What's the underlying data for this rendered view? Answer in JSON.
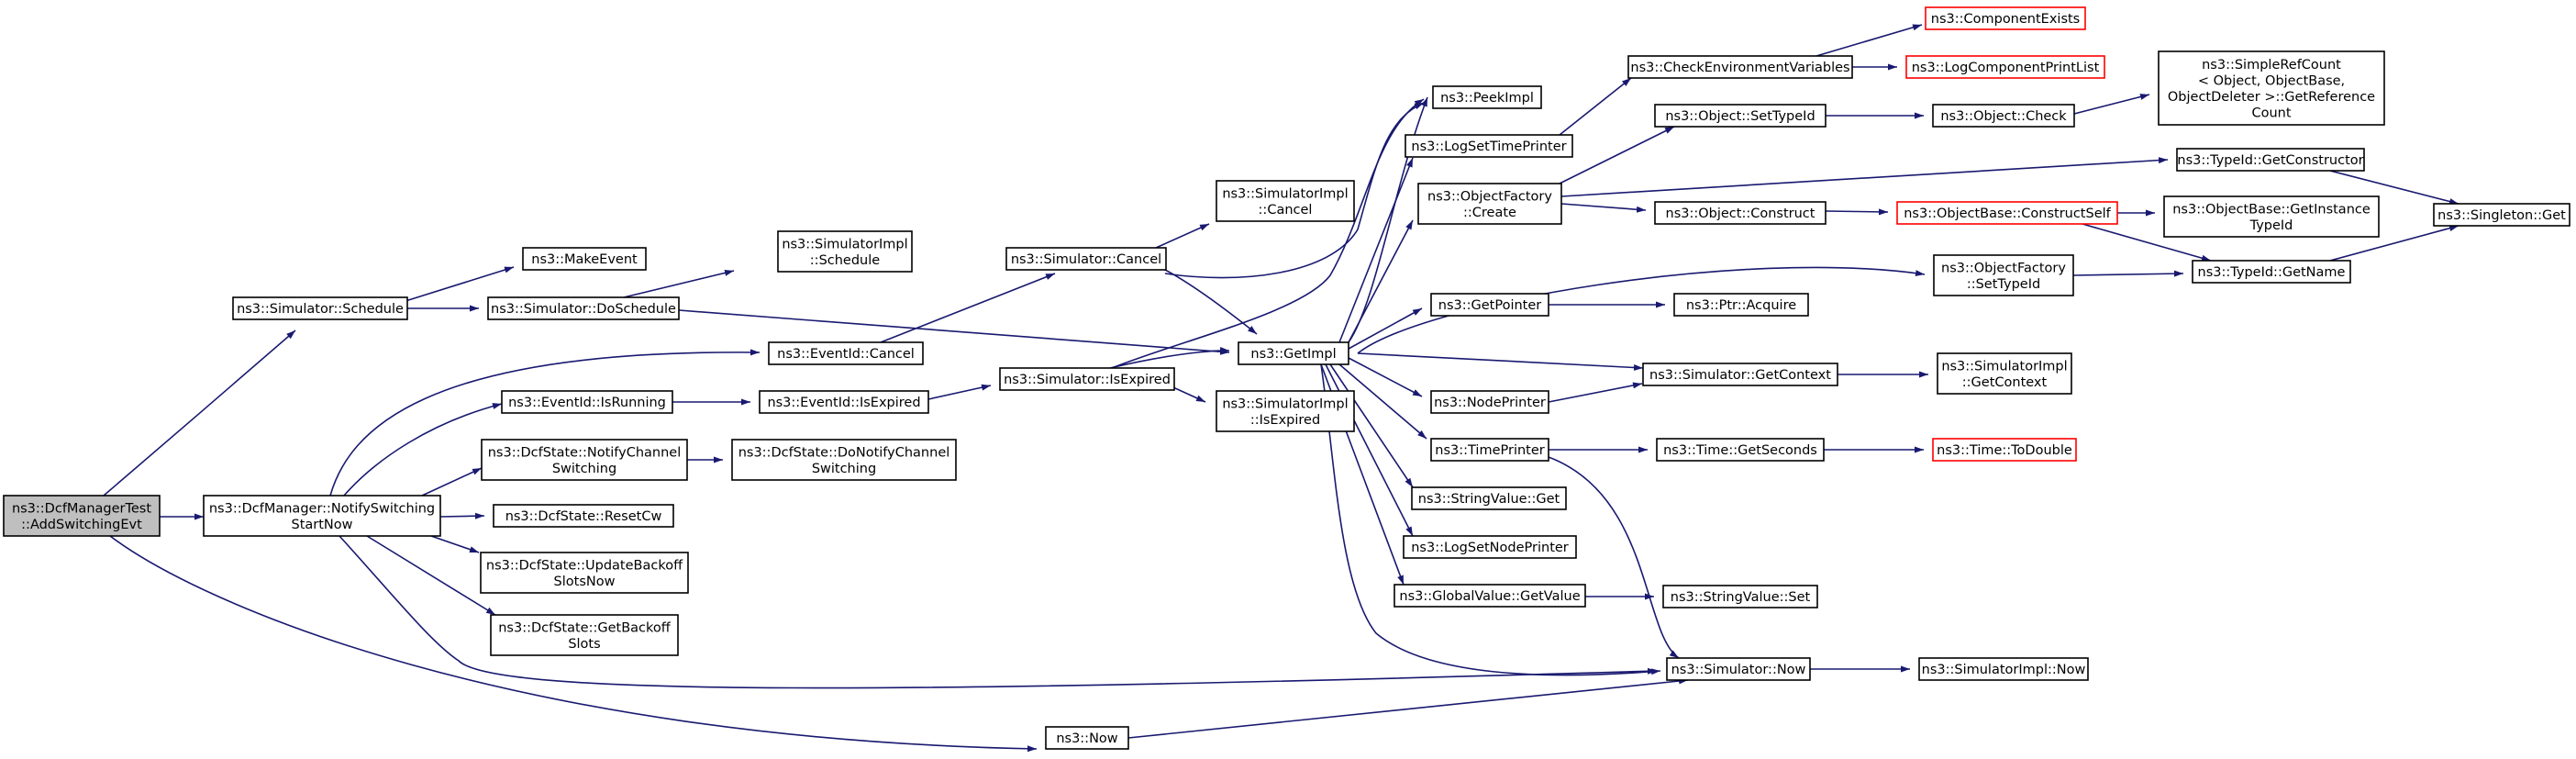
{
  "colors": {
    "edge": "#191970",
    "node_border": "#000000",
    "node_border_missing": "#ff0000",
    "root_fill": "#bfbfbf",
    "background": "#ffffff"
  },
  "nodes": {
    "root": {
      "lines": [
        "ns3::DcfManagerTest",
        "::AddSwitchingEvt"
      ]
    },
    "sched": {
      "lines": [
        "ns3::Simulator::Schedule"
      ]
    },
    "notify": {
      "lines": [
        "ns3::DcfManager::NotifySwitching",
        "StartNow"
      ]
    },
    "nowfn": {
      "lines": [
        "ns3::Now"
      ]
    },
    "makeev": {
      "lines": [
        "ns3::MakeEvent"
      ]
    },
    "dosched": {
      "lines": [
        "ns3::Simulator::DoSchedule"
      ]
    },
    "evcancel": {
      "lines": [
        "ns3::EventId::Cancel"
      ]
    },
    "evrun": {
      "lines": [
        "ns3::EventId::IsRunning"
      ]
    },
    "dcfnotify": {
      "lines": [
        "ns3::DcfState::NotifyChannel",
        "Switching"
      ]
    },
    "resetcw": {
      "lines": [
        "ns3::DcfState::ResetCw"
      ]
    },
    "updback": {
      "lines": [
        "ns3::DcfState::UpdateBackoff",
        "SlotsNow"
      ]
    },
    "getback": {
      "lines": [
        "ns3::DcfState::GetBackoff",
        "Slots"
      ]
    },
    "simimplsched": {
      "lines": [
        "ns3::SimulatorImpl",
        "::Schedule"
      ]
    },
    "evexp": {
      "lines": [
        "ns3::EventId::IsExpired"
      ]
    },
    "dodcfnotify": {
      "lines": [
        "ns3::DcfState::DoNotifyChannel",
        "Switching"
      ]
    },
    "simcancel": {
      "lines": [
        "ns3::Simulator::Cancel"
      ]
    },
    "simisexp": {
      "lines": [
        "ns3::Simulator::IsExpired"
      ]
    },
    "simimplcancel": {
      "lines": [
        "ns3::SimulatorImpl",
        "::Cancel"
      ]
    },
    "getimpl": {
      "lines": [
        "ns3::GetImpl"
      ]
    },
    "simimplisexp": {
      "lines": [
        "ns3::SimulatorImpl",
        "::IsExpired"
      ]
    },
    "peekimpl": {
      "lines": [
        "ns3::PeekImpl"
      ]
    },
    "logsettime": {
      "lines": [
        "ns3::LogSetTimePrinter"
      ]
    },
    "objfactcreate": {
      "lines": [
        "ns3::ObjectFactory",
        "::Create"
      ]
    },
    "getpointer": {
      "lines": [
        "ns3::GetPointer"
      ]
    },
    "nodeprinter": {
      "lines": [
        "ns3::NodePrinter"
      ]
    },
    "timeprinter": {
      "lines": [
        "ns3::TimePrinter"
      ]
    },
    "strvalget": {
      "lines": [
        "ns3::StringValue::Get"
      ]
    },
    "logsetnode": {
      "lines": [
        "ns3::LogSetNodePrinter"
      ]
    },
    "globalget": {
      "lines": [
        "ns3::GlobalValue::GetValue"
      ]
    },
    "checkenv": {
      "lines": [
        "ns3::CheckEnvironmentVariables"
      ]
    },
    "objsettype": {
      "lines": [
        "ns3::Object::SetTypeId"
      ]
    },
    "objconstruct": {
      "lines": [
        "ns3::Object::Construct"
      ]
    },
    "objfactsettype": {
      "lines": [
        "ns3::ObjectFactory",
        "::SetTypeId"
      ]
    },
    "ptracquire": {
      "lines": [
        "ns3::Ptr::Acquire"
      ]
    },
    "simgetctx": {
      "lines": [
        "ns3::Simulator::GetContext"
      ]
    },
    "timegetsec": {
      "lines": [
        "ns3::Time::GetSeconds"
      ]
    },
    "strvalset": {
      "lines": [
        "ns3::StringValue::Set"
      ]
    },
    "simnow": {
      "lines": [
        "ns3::Simulator::Now"
      ]
    },
    "compexists": {
      "lines": [
        "ns3::ComponentExists"
      ],
      "missing": true
    },
    "logcompprint": {
      "lines": [
        "ns3::LogComponentPrintList"
      ],
      "missing": true
    },
    "objcheck": {
      "lines": [
        "ns3::Object::Check"
      ]
    },
    "typegetctor": {
      "lines": [
        "ns3::TypeId::GetConstructor"
      ]
    },
    "objbaseconst": {
      "lines": [
        "ns3::ObjectBase::ConstructSelf"
      ],
      "missing": true
    },
    "simimplgetctx": {
      "lines": [
        "ns3::SimulatorImpl",
        "::GetContext"
      ]
    },
    "timetodouble": {
      "lines": [
        "ns3::Time::ToDouble"
      ],
      "missing": true
    },
    "simimplnow": {
      "lines": [
        "ns3::SimulatorImpl::Now"
      ]
    },
    "simplerefcount": {
      "lines": [
        "ns3::SimpleRefCount",
        "< Object, ObjectBase,",
        " ObjectDeleter >::GetReference",
        "Count"
      ]
    },
    "objbasegetinst": {
      "lines": [
        "ns3::ObjectBase::GetInstance",
        "TypeId"
      ]
    },
    "typegetname": {
      "lines": [
        "ns3::TypeId::GetName"
      ]
    },
    "singletonget": {
      "lines": [
        "ns3::Singleton::Get"
      ]
    }
  }
}
